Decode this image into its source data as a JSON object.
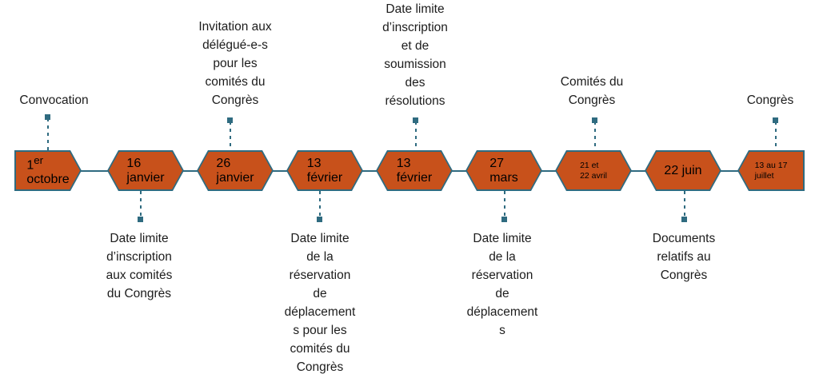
{
  "diagram": {
    "type": "timeline",
    "title": "",
    "colors": {
      "node_fill": "#c8511b",
      "node_border": "#2f6b80",
      "spine": "#2f6b80",
      "connector": "#2f6b80",
      "caption_text": "#1c1c1c",
      "node_text": "#ffffff",
      "background": "#ffffff"
    },
    "milestones": [
      {
        "id": "convocation",
        "date_line1": "1",
        "date_sup": "er",
        "date_line2": "octobre",
        "caption": "Convocation",
        "caption_position": "above",
        "shape": "start"
      },
      {
        "id": "inscription-comites",
        "date_line1": "16",
        "date_sup": "",
        "date_line2": "janvier",
        "caption": "Date limite\nd’inscription\naux comités\ndu Congrès",
        "caption_position": "below",
        "shape": "hex"
      },
      {
        "id": "invitation-delegues",
        "date_line1": "26",
        "date_sup": "",
        "date_line2": "janvier",
        "caption": "Invitation aux\ndélégué-e-s\npour les\ncomités du\nCongrès",
        "caption_position": "above",
        "shape": "hex"
      },
      {
        "id": "reservation-deplacements-comites",
        "date_line1": "13",
        "date_sup": "",
        "date_line2": "février",
        "caption": "Date limite\nde la\nréservation\nde\ndéplacement\ns pour les\ncomités du\nCongrès",
        "caption_position": "below",
        "shape": "hex"
      },
      {
        "id": "inscription-resolutions",
        "date_line1": "13",
        "date_sup": "",
        "date_line2": "février",
        "caption": "Date limite\nd’inscription\net de\nsoumission\ndes\nrésolutions",
        "caption_position": "above",
        "shape": "hex"
      },
      {
        "id": "reservation-deplacements",
        "date_line1": "27",
        "date_sup": "",
        "date_line2": "mars",
        "caption": "Date limite\nde la\nréservation\nde\ndéplacement\ns",
        "caption_position": "below",
        "shape": "hex"
      },
      {
        "id": "comites-du-congres",
        "date_line1": "21 et",
        "date_sup": "",
        "date_line2": "22\navril",
        "caption": "Comités du\nCongrès",
        "caption_position": "above",
        "shape": "hex"
      },
      {
        "id": "documents-relatifs",
        "date_line1": "22 juin",
        "date_sup": "",
        "date_line2": "",
        "caption": "Documents\nrelatifs au\nCongrès",
        "caption_position": "below",
        "shape": "hex"
      },
      {
        "id": "congres",
        "date_line1": "13 au 17",
        "date_sup": "",
        "date_line2": "juillet",
        "caption": "Congrès",
        "caption_position": "above",
        "shape": "end"
      }
    ]
  }
}
